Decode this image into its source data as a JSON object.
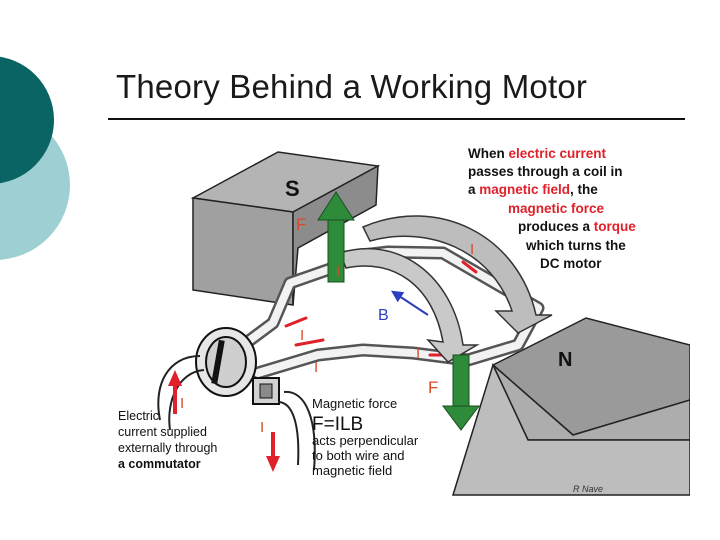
{
  "slide": {
    "title": "Theory Behind a Working Motor",
    "colors": {
      "decor_dark": "#0b6464",
      "decor_light": "#9ecfd3",
      "accent_red": "#e0202a",
      "arrow_green": "#2e8b3a"
    }
  },
  "diagram": {
    "pole_south": "S",
    "pole_north": "N",
    "force_top": "F",
    "force_bottom": "F",
    "current_label": "I",
    "field_label": "B",
    "callout": {
      "line1_a": "When ",
      "line1_b": "electric current",
      "line2": "passes through a  coil in",
      "line3_a": "a ",
      "line3_b": "magnetic field",
      "line3_c": ", the",
      "line4": "magnetic force",
      "line5_a": "produces a ",
      "line5_b": "torque",
      "line6": "which turns the",
      "line7": "DC motor"
    },
    "supply_note": {
      "line1": "Electric",
      "line2": "current supplied",
      "line3": "externally through",
      "line4": "a commutator"
    },
    "force_note": {
      "line1": "Magnetic force",
      "formula": "F=ILB",
      "line3": "acts perpendicular",
      "line4": "to both wire and",
      "line5": "magnetic field"
    },
    "credit": "R Nave"
  }
}
